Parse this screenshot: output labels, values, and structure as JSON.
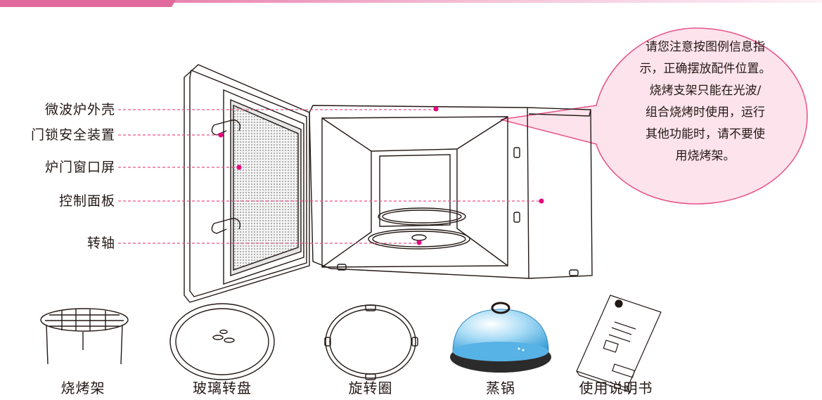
{
  "parts": [
    {
      "id": "casing",
      "label": "微波炉外壳"
    },
    {
      "id": "door-lock",
      "label": "门锁安全装置"
    },
    {
      "id": "door-window",
      "label": "炉门窗口屏"
    },
    {
      "id": "control-panel",
      "label": "控制面板"
    },
    {
      "id": "shaft",
      "label": "转轴"
    }
  ],
  "note": {
    "lines": [
      "请您注意按图例信息指",
      "示，正确摆放配件位置。",
      "烧烤支架只能在光波/",
      "组合烧烤时使用，运行",
      "其他功能时，请不要使",
      "用烧烤架。"
    ]
  },
  "accessories": [
    {
      "id": "grill-rack",
      "label": "烧烤架"
    },
    {
      "id": "glass-tray",
      "label": "玻璃转盘"
    },
    {
      "id": "roller-ring",
      "label": "旋转圈"
    },
    {
      "id": "steamer",
      "label": "蒸锅"
    },
    {
      "id": "manual",
      "label": "使用说明书"
    }
  ],
  "colors": {
    "leader": "#e8508a",
    "dot": "#e6007e",
    "bubble_fill": "#fde3ec",
    "bubble_stroke": "#e8508a",
    "line": "#231815",
    "steamer_dome": "#6fc3ee",
    "steamer_base": "#2b2b2b"
  }
}
